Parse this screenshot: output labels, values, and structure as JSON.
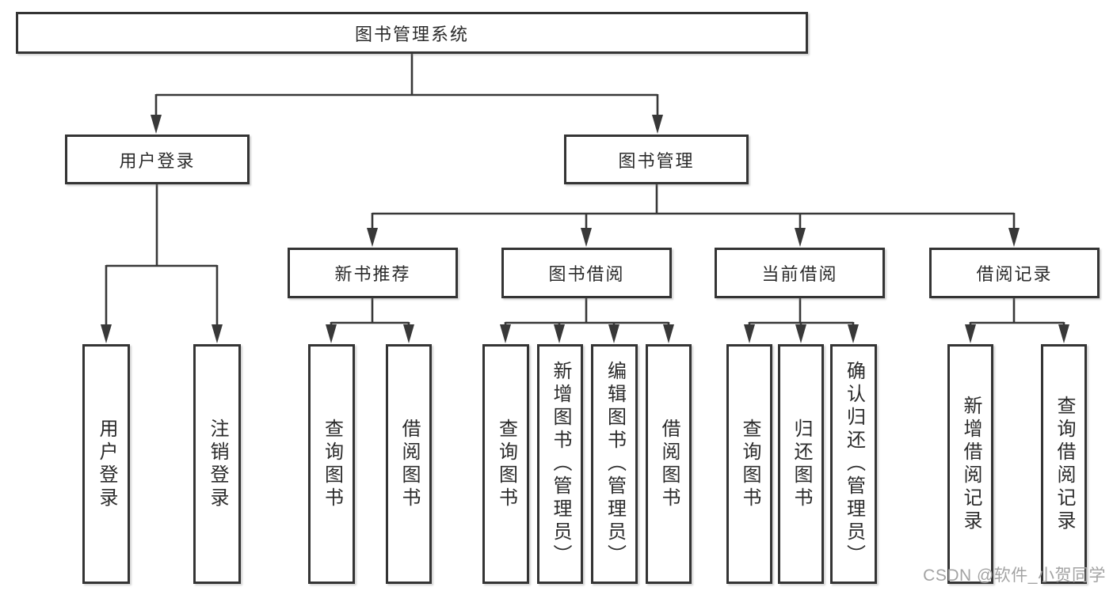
{
  "diagram": {
    "title_note": "functional structure tree",
    "root": {
      "label": "图书管理系统"
    },
    "level2": [
      {
        "id": "user-login",
        "label": "用户登录"
      },
      {
        "id": "book-management",
        "label": "图书管理"
      }
    ],
    "level3": [
      {
        "id": "new-book-recommend",
        "parent": "book-management",
        "label": "新书推荐"
      },
      {
        "id": "book-borrow",
        "parent": "book-management",
        "label": "图书借阅"
      },
      {
        "id": "current-borrow",
        "parent": "book-management",
        "label": "当前借阅"
      },
      {
        "id": "borrow-records",
        "parent": "book-management",
        "label": "借阅记录"
      }
    ],
    "leaves": [
      {
        "parent": "user-login",
        "label": "用户登录"
      },
      {
        "parent": "user-login",
        "label": "注销登录"
      },
      {
        "parent": "new-book-recommend",
        "label": "查询图书"
      },
      {
        "parent": "new-book-recommend",
        "label": "借阅图书"
      },
      {
        "parent": "book-borrow",
        "label": "查询图书"
      },
      {
        "parent": "book-borrow",
        "label": "新增图书（管理员）"
      },
      {
        "parent": "book-borrow",
        "label": "编辑图书（管理员）"
      },
      {
        "parent": "book-borrow",
        "label": "借阅图书"
      },
      {
        "parent": "current-borrow",
        "label": "查询图书"
      },
      {
        "parent": "current-borrow",
        "label": "归还图书"
      },
      {
        "parent": "current-borrow",
        "label": "确认归还（管理员）"
      },
      {
        "parent": "borrow-records",
        "label": "新增借阅记录"
      },
      {
        "parent": "borrow-records",
        "label": "查询借阅记录"
      }
    ],
    "watermark": "CSDN @软件_小贺同学",
    "colors": {
      "box_border": "#343434",
      "connector": "#383838",
      "text": "#2b2b2b",
      "watermark": "#a3a3a3",
      "background": "#ffffff"
    }
  }
}
